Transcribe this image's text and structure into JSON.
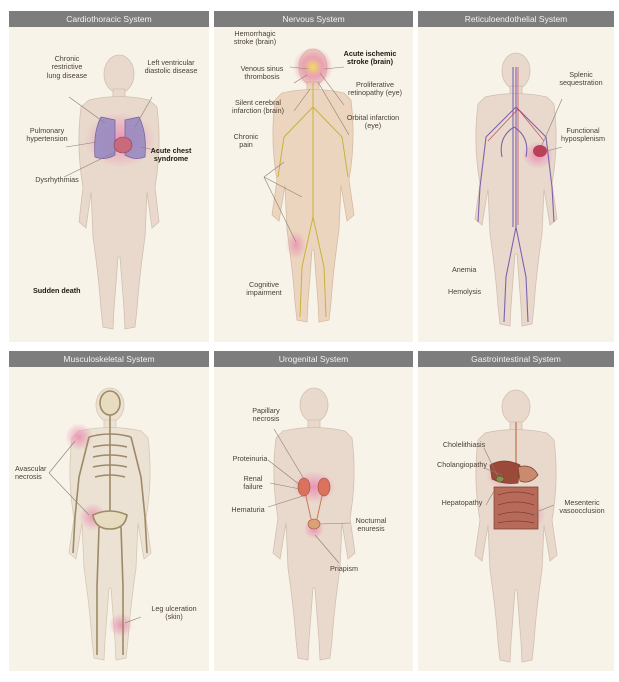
{
  "panels": [
    {
      "title": "Cardiothoracic System",
      "labels": [
        {
          "text": "Chronic\nrestrictive\nlung disease",
          "bold": false
        },
        {
          "text": "Left ventricular\ndiastolic disease",
          "bold": false
        },
        {
          "text": "Pulmonary\nhypertension",
          "bold": false
        },
        {
          "text": "Acute chest\nsyndrome",
          "bold": true
        },
        {
          "text": "Dysrhythmias",
          "bold": false
        },
        {
          "text": "Sudden death",
          "bold": true
        }
      ]
    },
    {
      "title": "Nervous System",
      "labels": [
        {
          "text": "Hemorrhagic\nstroke (brain)",
          "bold": false
        },
        {
          "text": "Acute ischemic\nstroke (brain)",
          "bold": true
        },
        {
          "text": "Venous sinus\nthrombosis",
          "bold": false
        },
        {
          "text": "Proliferative\nretinopathy (eye)",
          "bold": false
        },
        {
          "text": "Silent cerebral\ninfarction (brain)",
          "bold": false
        },
        {
          "text": "Orbital infarction\n(eye)",
          "bold": false
        },
        {
          "text": "Chronic\npain",
          "bold": false
        },
        {
          "text": "Cognitive\nimpairment",
          "bold": false
        }
      ]
    },
    {
      "title": "Reticuloendothelial System",
      "labels": [
        {
          "text": "Splenic\nsequestration",
          "bold": false
        },
        {
          "text": "Functional\nhyposplenism",
          "bold": false
        },
        {
          "text": "Anemia",
          "bold": false
        },
        {
          "text": "Hemolysis",
          "bold": false
        }
      ]
    },
    {
      "title": "Musculoskeletal System",
      "labels": [
        {
          "text": "Avascular\nnecrosis",
          "bold": false
        },
        {
          "text": "Leg ulceration\n(skin)",
          "bold": false
        }
      ]
    },
    {
      "title": "Urogenital System",
      "labels": [
        {
          "text": "Papillary\nnecrosis",
          "bold": false
        },
        {
          "text": "Proteinuria",
          "bold": false
        },
        {
          "text": "Renal\nfailure",
          "bold": false
        },
        {
          "text": "Hematuria",
          "bold": false
        },
        {
          "text": "Nocturnal\nenuresis",
          "bold": false
        },
        {
          "text": "Priapism",
          "bold": false
        }
      ]
    },
    {
      "title": "Gastrointestinal System",
      "labels": [
        {
          "text": "Cholelithiasis",
          "bold": false
        },
        {
          "text": "Cholangiopathy",
          "bold": false
        },
        {
          "text": "Hepatopathy",
          "bold": false
        },
        {
          "text": "Mesenteric\nvasoocclusion",
          "bold": false
        }
      ]
    }
  ],
  "colors": {
    "panel_bg": "#f7f3e8",
    "header_bg": "#7d7d7d",
    "body_fill": "#e9d9cd",
    "glow": "#e98bb0",
    "leader": "#8a7f73"
  }
}
